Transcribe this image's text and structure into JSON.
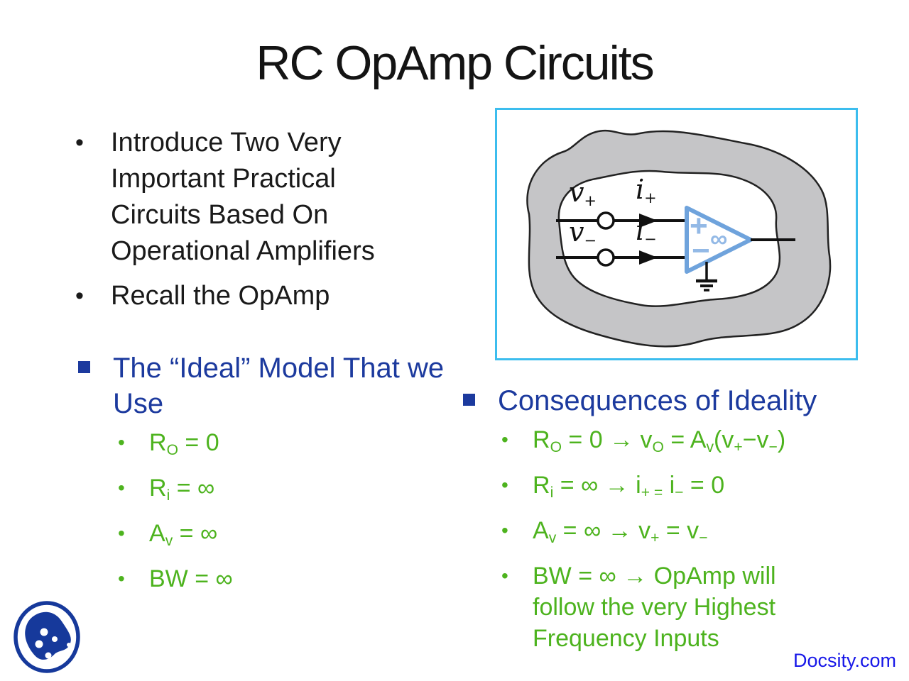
{
  "title": "RC OpAmp Circuits",
  "bullets": {
    "dot": "•"
  },
  "intro_bullets": [
    "Introduce Two Very Important Practical Circuits Based On Operational Amplifiers",
    "Recall the OpAmp"
  ],
  "ideal": {
    "heading": "The “Ideal” Model That we Use",
    "items": [
      [
        {
          "t": "R"
        },
        {
          "s": "O"
        },
        {
          "t": " = 0"
        }
      ],
      [
        {
          "t": "R"
        },
        {
          "s": "i"
        },
        {
          "t": " = ∞"
        }
      ],
      [
        {
          "t": "A"
        },
        {
          "s": "v"
        },
        {
          "t": " = ∞"
        }
      ],
      [
        {
          "t": "BW = ∞"
        }
      ]
    ]
  },
  "consequences": {
    "heading": "Consequences of Ideality",
    "items": [
      [
        {
          "t": "R"
        },
        {
          "s": "O"
        },
        {
          "t": " = 0 → v"
        },
        {
          "s": "O"
        },
        {
          "t": " = A"
        },
        {
          "s": "v"
        },
        {
          "t": "(v"
        },
        {
          "s": "+"
        },
        {
          "t": "−v"
        },
        {
          "s": "−"
        },
        {
          "t": ")"
        }
      ],
      [
        {
          "t": "R"
        },
        {
          "s": "i"
        },
        {
          "t": " = ∞ → i"
        },
        {
          "s": "+ ="
        },
        {
          "t": " i"
        },
        {
          "s": "−"
        },
        {
          "t": " = 0"
        }
      ],
      [
        {
          "t": "A"
        },
        {
          "s": "v"
        },
        {
          "t": " = ∞ → v"
        },
        {
          "s": "+"
        },
        {
          "t": " = v"
        },
        {
          "s": "−"
        }
      ],
      [
        {
          "t": "BW = ∞ → OpAmp will follow the very Highest Frequency Inputs"
        }
      ]
    ]
  },
  "figure": {
    "v_plus": [
      {
        "t": "v"
      },
      {
        "s": "+"
      }
    ],
    "i_plus": [
      {
        "t": "i"
      },
      {
        "s": "+"
      }
    ],
    "v_minus": [
      {
        "t": "v"
      },
      {
        "s": "−"
      }
    ],
    "i_minus": [
      {
        "t": "i"
      },
      {
        "s": "−"
      }
    ],
    "opamp": {
      "plus": "+",
      "minus": "−",
      "gain": "∞"
    }
  },
  "footer": {
    "brand": "Docsity.com"
  },
  "colors": {
    "heading_blue": "#1c3a9e",
    "bullet_green": "#4db31e",
    "body_black": "#1a1a1a",
    "figure_border_cyan": "#3cbdee",
    "blob_gray": "#c5c5c7",
    "opamp_stroke_blue": "#6fa3dc",
    "opamp_symbol_blue": "#93b9e6",
    "docsity_blue": "#1717e8",
    "logo_blue": "#16399b"
  }
}
